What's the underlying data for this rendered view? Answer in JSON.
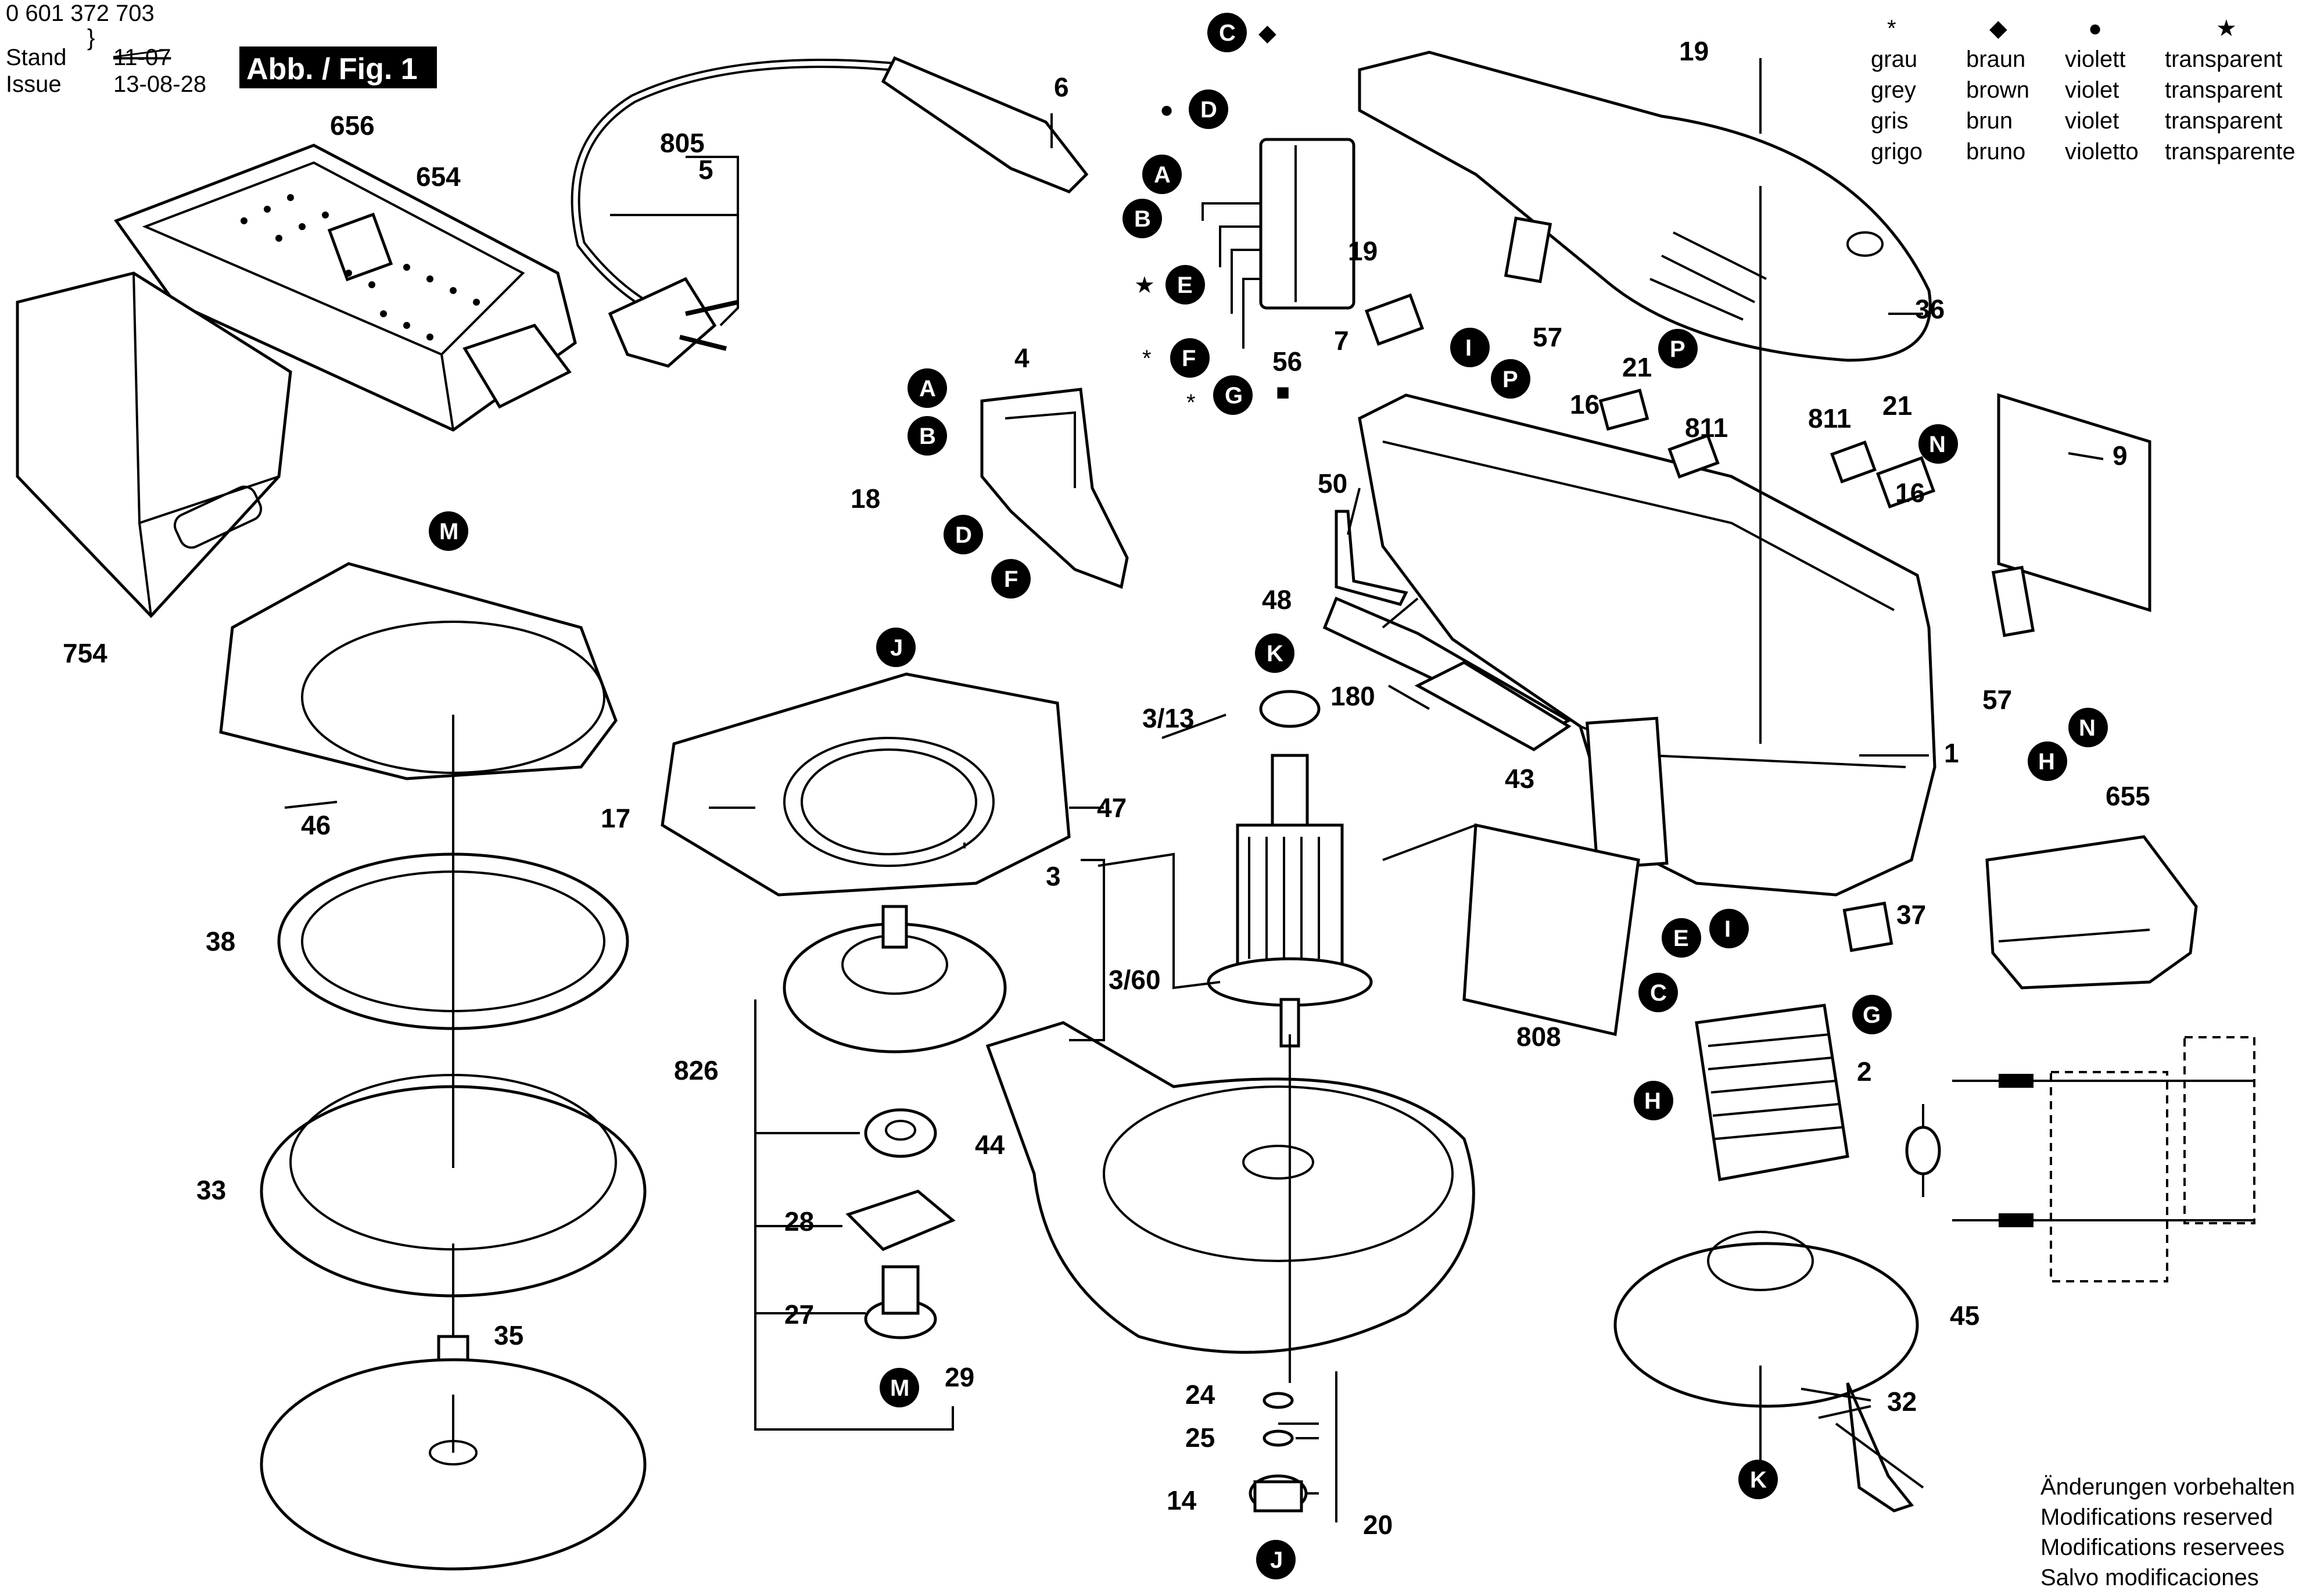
{
  "header": {
    "part_number": "0 601 372 703",
    "stand_label": "Stand",
    "issue_label": "Issue",
    "old_date": "11-07",
    "new_date": "13-08-28",
    "figure_label": "Abb. / Fig. 1"
  },
  "legend": {
    "columns": [
      {
        "symbol": "*",
        "entries": [
          "grau",
          "grey",
          "gris",
          "grigo"
        ]
      },
      {
        "symbol": "◆",
        "entries": [
          "braun",
          "brown",
          "brun",
          "bruno"
        ]
      },
      {
        "symbol": "●",
        "entries": [
          "violett",
          "violet",
          "violet",
          "violetto"
        ]
      },
      {
        "symbol": "★",
        "entries": [
          "transparent",
          "transparent",
          "transparent",
          "transparente"
        ]
      }
    ]
  },
  "note": {
    "lines": [
      "Änderungen vorbehalten",
      "Modifications reserved",
      "Modifications reservees",
      "Salvo modificaciones"
    ]
  },
  "part_labels": [
    "656",
    "654",
    "754",
    "805",
    "5",
    "6",
    "4",
    "18",
    "19",
    "7",
    "57",
    "56",
    "21",
    "16",
    "811",
    "50",
    "48",
    "180",
    "43",
    "36",
    "9",
    "1",
    "655",
    "37",
    "808",
    "2",
    "45",
    "32",
    "20",
    "14",
    "25",
    "24",
    "44",
    "47",
    "3/13",
    "3",
    "3/60",
    "826",
    "28",
    "27",
    "29",
    "46",
    "17",
    "38",
    "33",
    "35"
  ],
  "connector_letters": [
    "C",
    "D",
    "A",
    "B",
    "E",
    "F",
    "G",
    "I",
    "P",
    "N",
    "H",
    "M",
    "J",
    "K"
  ],
  "markers": {
    "C": "◆",
    "D": "●",
    "E": "★",
    "F": "*",
    "G": "*",
    "56": "■"
  }
}
